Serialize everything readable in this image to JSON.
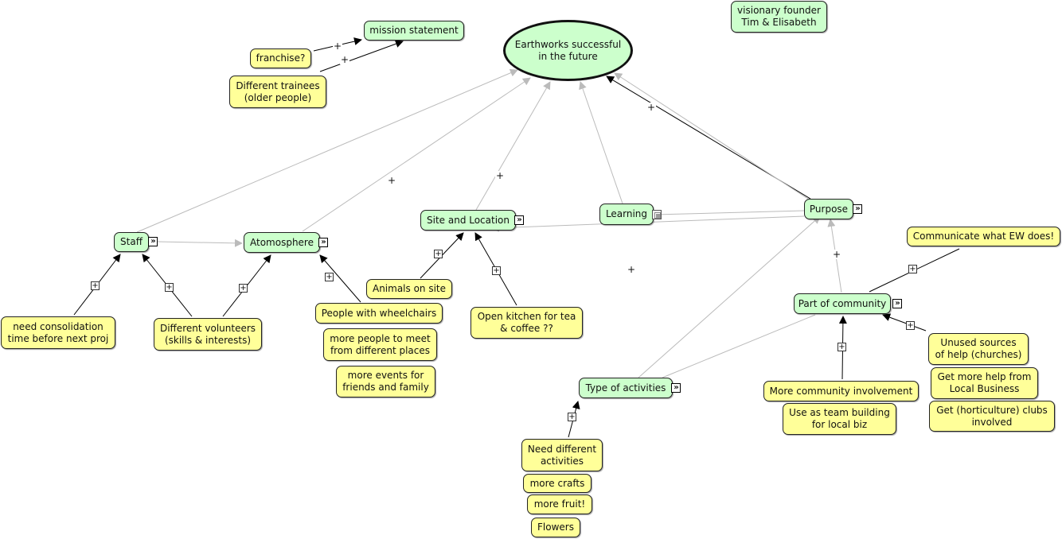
{
  "goal": {
    "label": "Earthworks successful\nin the future"
  },
  "nodes": {
    "mission_statement": "mission statement",
    "franchise": "franchise?",
    "different_trainees": "Different trainees\n(older people)",
    "visionary_founder": "visionary founder\nTim & Elisabeth",
    "staff": "Staff",
    "atmosphere": "Atomosphere",
    "site_location": "Site and Location",
    "learning": "Learning",
    "purpose": "Purpose",
    "communicate_ew": "Communicate what EW does!",
    "part_of_community": "Part of community",
    "need_consolidation": "need consolidation\ntime before next proj",
    "different_volunteers": "Different volunteers\n(skills & interests)",
    "animals_on_site": "Animals on site",
    "people_wheelchairs": "People with wheelchairs",
    "more_people": "more people to meet\nfrom different places",
    "more_events": "more events for\nfriends and family",
    "open_kitchen": "Open kitchen for tea\n& coffee ??",
    "type_of_activities": "Type of activities",
    "need_different_activities": "Need different\nactivities",
    "more_crafts": "more crafts",
    "more_fruit": "more fruit!",
    "flowers": "Flowers",
    "more_community_involvement": "More community involvement",
    "team_building": "Use as team building\nfor local biz",
    "unused_sources": "Unused sources\nof help (churches)",
    "more_help_business": "Get more help from\nLocal Business",
    "horticulture_clubs": "Get (horticulture) clubs\ninvolved"
  },
  "link_marks": {
    "plus": "+",
    "boxed_plus": "+",
    "expand_glyph": "»"
  },
  "colors": {
    "concept_green": "#ccffcc",
    "concept_yellow": "#ffff99",
    "link_gray": "#bbbbbb",
    "link_black": "#000000"
  },
  "icons": [
    "expand-chevron-icon",
    "linked-cmap-icon",
    "boxed-plus-icon"
  ]
}
